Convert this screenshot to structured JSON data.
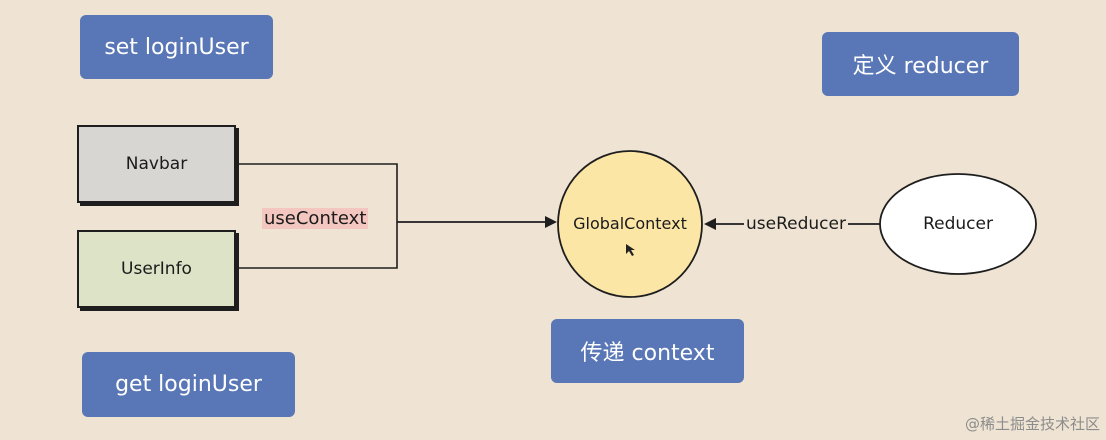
{
  "tags": {
    "set_login_user": "set loginUser",
    "get_login_user": "get loginUser",
    "define_reducer": "定义 reducer",
    "pass_context": "传递 context"
  },
  "nodes": {
    "navbar": "Navbar",
    "userinfo": "UserInfo",
    "global_context": "GlobalContext",
    "reducer": "Reducer"
  },
  "edges": {
    "use_context": "useContext",
    "use_reducer": "useReducer"
  },
  "watermark": "@稀土掘金技术社区",
  "colors": {
    "background": "#efe4d3",
    "tag": "#5976b6",
    "navbar_fill": "#d8d6d2",
    "userinfo_fill": "#dde3c6",
    "context_fill": "#fbe6a6",
    "label_highlight": "#f3c7bf",
    "stroke": "#1e1e1e"
  }
}
